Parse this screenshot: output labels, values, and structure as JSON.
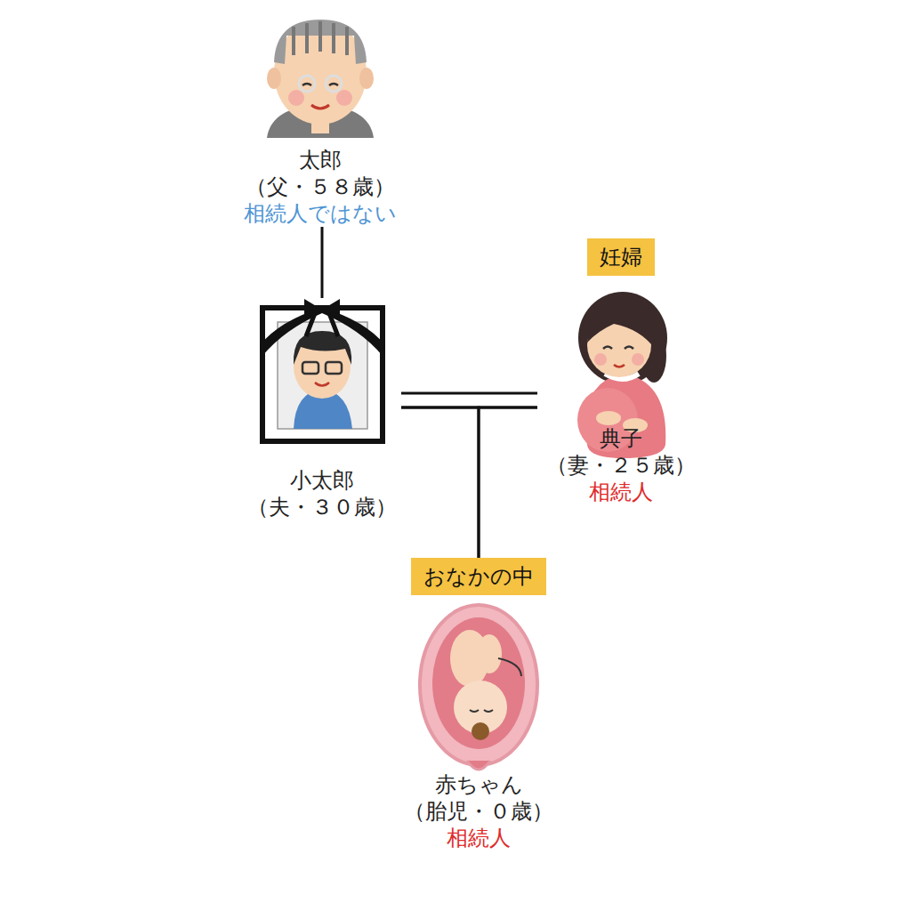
{
  "diagram": {
    "nodes": [
      {
        "text": [
          "太郎",
          "（父・５８歳）",
          "相続人ではない"
        ]
      },
      {
        "text": [
          "小太郎",
          "（夫・３０歳）"
        ]
      },
      {
        "text": [
          "妊婦",
          "典子",
          "（妻・２５歳）",
          "相続人"
        ]
      },
      {
        "text": [
          "おなかの中",
          "赤ちゃん",
          "（胎児・０歳）",
          "相続人"
        ]
      }
    ],
    "edges": [
      {
        "from": 0,
        "to": 1,
        "arrow": "none"
      },
      {
        "from": 1,
        "to": 2,
        "arrow": "none"
      },
      {
        "from": 1,
        "to": 3,
        "arrow": "none"
      },
      {
        "from": 2,
        "to": 3,
        "arrow": "none"
      }
    ]
  }
}
